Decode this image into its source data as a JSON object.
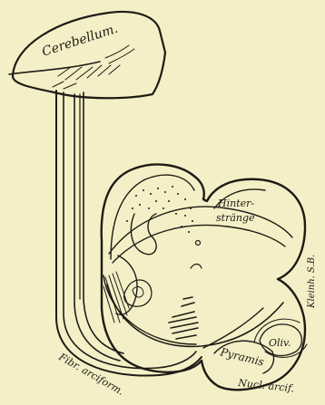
{
  "figure": {
    "background": "#f4efc6",
    "ink": "#1e1b16",
    "labels": {
      "cerebellum": "Cerebellum.",
      "hinterstraenge_1": "Hinter-",
      "hinterstraenge_2": "stränge",
      "kleinh": "Kleinh. S.B.",
      "oliv": "Oliv.",
      "pyramis": "Pyramis",
      "nucl_arcif": "Nucl. arcif.",
      "fibr_arciform": "Fibr. arciform."
    }
  }
}
